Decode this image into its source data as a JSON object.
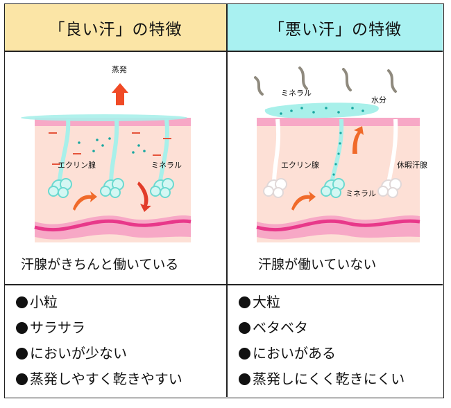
{
  "good": {
    "header": "「良い汗」の特徴",
    "labels": {
      "evaporation": "蒸発",
      "eccrine": "エクリン腺",
      "mineral": "ミネラル"
    },
    "caption": "汗腺がきちんと働いている",
    "bullets": [
      "小粒",
      "サラサラ",
      "においが少ない",
      "蒸発しやすく乾きやすい"
    ]
  },
  "bad": {
    "header": "「悪い汗」の特徴",
    "labels": {
      "mineral_top": "ミネラル",
      "water": "水分",
      "eccrine": "エクリン腺",
      "dormant": "休暇汗腺",
      "mineral_bottom": "ミネラル"
    },
    "caption": "汗腺が働いていない",
    "bullets": [
      "大粒",
      "ベタベタ",
      "においがある",
      "蒸発しにくく乾きにくい"
    ]
  },
  "colors": {
    "header_good": "#fbe5a6",
    "header_bad": "#a9f1f1",
    "skin": "#fde0d6",
    "epidermis": "#f48cb4",
    "blood_vessel": "#e8388a",
    "sweat_gland": "#a8f0ea",
    "arrow": "#f06a2a"
  }
}
